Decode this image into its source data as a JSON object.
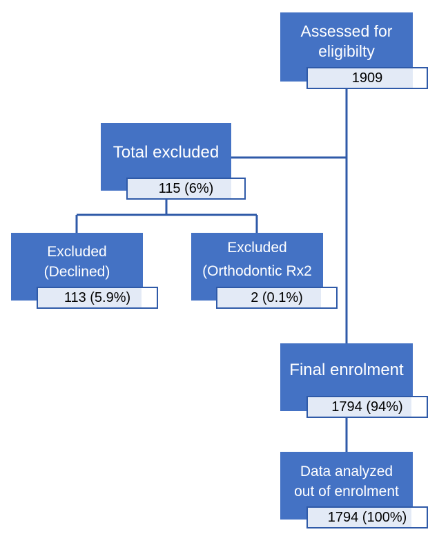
{
  "flowchart": {
    "assessed": {
      "title_line1": "Assessed for",
      "title_line2": "eligibilty",
      "count": "1909"
    },
    "total_excluded": {
      "title": "Total excluded",
      "count": "115 (6%)"
    },
    "excluded_declined": {
      "title_line1": "Excluded",
      "title_line2": "(Declined)",
      "count": "113 (5.9%)"
    },
    "excluded_orthodontic": {
      "title_line1": "Excluded",
      "title_line2": "(Orthodontic Rx2",
      "count": "2 (0.1%)"
    },
    "final_enrolment": {
      "title": "Final enrolment",
      "count": "1794 (94%)"
    },
    "data_analyzed": {
      "title_line1": "Data analyzed",
      "title_line2": "out of enrolment",
      "count": "1794 (100%)"
    }
  },
  "colors": {
    "box_fill": "#4472c4",
    "box_text": "#ffffff",
    "count_border": "#2f5aa8",
    "count_band": "#e3eaf6",
    "connector": "#2f5aa8"
  }
}
